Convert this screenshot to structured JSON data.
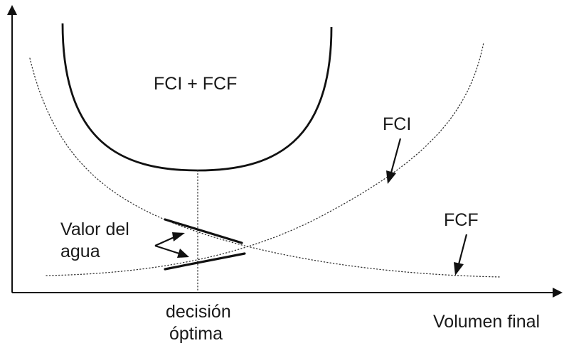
{
  "labels": {
    "sum_curve": "FCI + FCF",
    "fci": "FCI",
    "fcf": "FCF",
    "water_value_line1": "Valor del",
    "water_value_line2": "agua",
    "optimal_line1": "decisión",
    "optimal_line2": "óptima",
    "x_axis": "Volumen final"
  },
  "colors": {
    "ink": "#111111",
    "background": "#ffffff"
  }
}
